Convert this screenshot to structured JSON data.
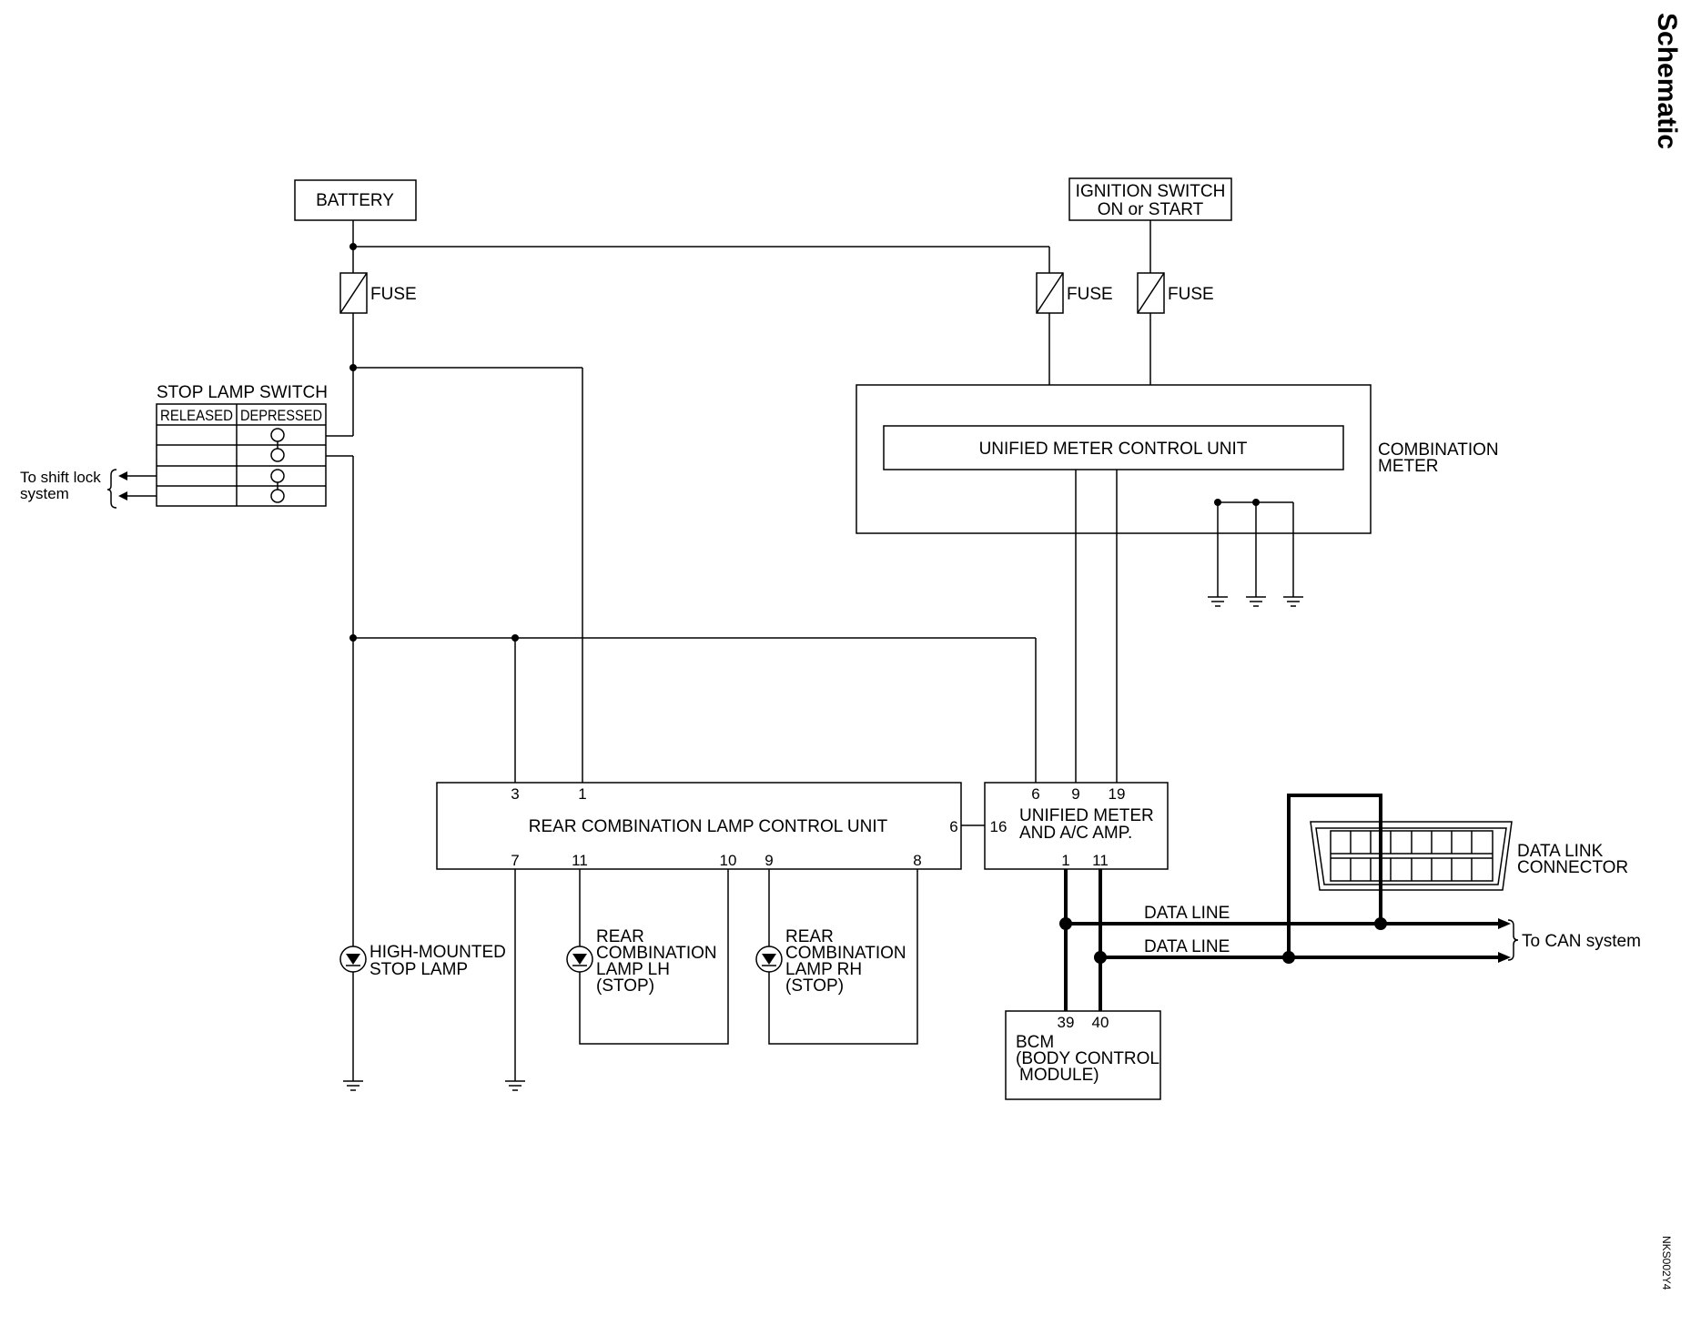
{
  "page_title": "Schematic",
  "figure_code": "NKS002Y4",
  "components": {
    "battery": "BATTERY",
    "ignition_line1": "IGNITION SWITCH",
    "ignition_line2": "ON or START",
    "fuse": "FUSE",
    "stop_lamp_switch": "STOP LAMP SWITCH",
    "released": "RELEASED",
    "depressed": "DEPRESSED",
    "shift_lock_line1": "To shift lock",
    "shift_lock_line2": "system",
    "unified_meter_control_unit": "UNIFIED METER CONTROL UNIT",
    "combination_meter_line1": "COMBINATION",
    "combination_meter_line2": "METER",
    "rear_lamp_control_unit": "REAR COMBINATION LAMP CONTROL UNIT",
    "amp_line1": "UNIFIED METER",
    "amp_line2": "AND A/C AMP.",
    "dlc_line1": "DATA LINK",
    "dlc_line2": "CONNECTOR",
    "data_line": "DATA LINE",
    "can_system": "To CAN system",
    "high_stop_line1": "HIGH-MOUNTED",
    "high_stop_line2": "STOP LAMP",
    "lh_line1": "REAR",
    "lh_line2": "COMBINATION",
    "lh_line3": "LAMP LH",
    "lh_line4": "(STOP)",
    "rh_line1": "REAR",
    "rh_line2": "COMBINATION",
    "rh_line3": "LAMP RH",
    "rh_line4": "(STOP)",
    "bcm_line1": "BCM",
    "bcm_line2": "(BODY CONTROL",
    "bcm_line3": "MODULE)"
  },
  "pins": {
    "rclcu_3": "3",
    "rclcu_1": "1",
    "rclcu_7": "7",
    "rclcu_11": "11",
    "rclcu_10": "10",
    "rclcu_9": "9",
    "rclcu_8": "8",
    "rclcu_6": "6",
    "amp_16": "16",
    "amp_6": "6",
    "amp_9": "9",
    "amp_19": "19",
    "amp_1": "1",
    "amp_11": "11",
    "bcm_39": "39",
    "bcm_40": "40"
  }
}
